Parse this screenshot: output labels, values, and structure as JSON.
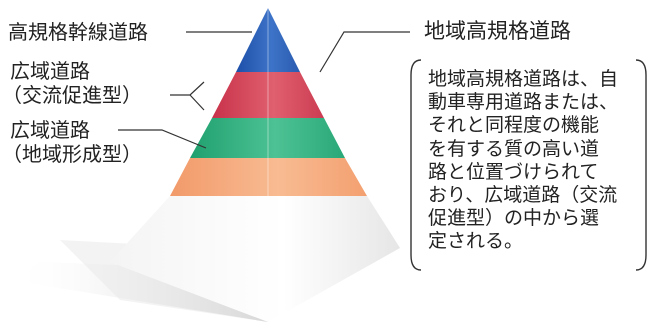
{
  "labels": {
    "top": "高規格幹線道路",
    "middle_line1": "広域道路",
    "middle_line2": "（交流促進型）",
    "lower_line1": "広域道路",
    "lower_line2": "（地域形成型）",
    "right_title": "地域高規格道路"
  },
  "description": {
    "lines": [
      "地域高規格道路は、自",
      "動車専用道路または、",
      "それと同程度の機能",
      "を有する質の高い道",
      "路と位置づけられて",
      "おり、広域道路（交流",
      "促進型）の中から選",
      "定される。"
    ]
  },
  "tier_colors": {
    "top": "#2f62b8",
    "second": "#d23f55",
    "third": "#2fb07e",
    "fourth": "#f5a77a",
    "base": "#f2f2f2"
  }
}
